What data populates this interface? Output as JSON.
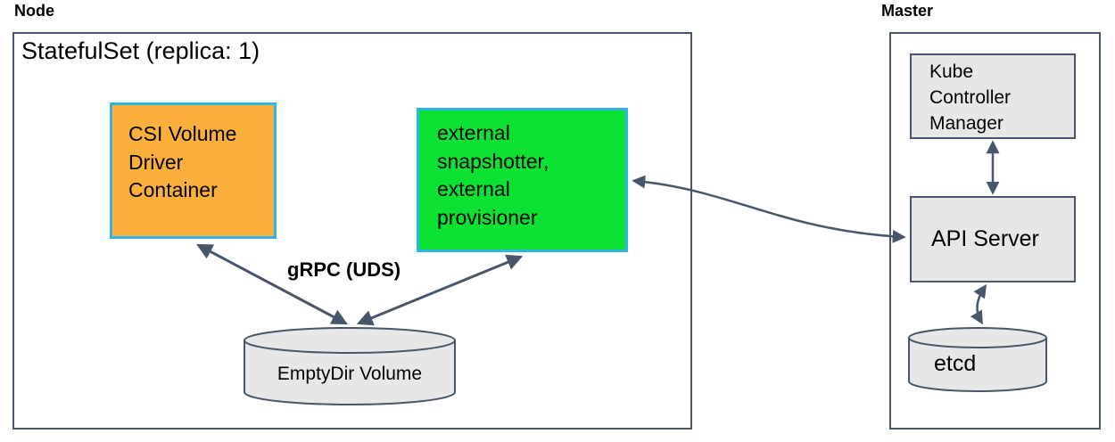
{
  "node": {
    "label": "Node",
    "statefulset_title": "StatefulSet (replica: 1)",
    "csi_container_label": "CSI Volume Driver Container",
    "sidecar_label": "external snapshotter, external provisioner",
    "grpc_label": "gRPC (UDS)",
    "emptydir_label": "EmptyDir Volume"
  },
  "master": {
    "label": "Master",
    "controller_manager_label": "Kube Controller Manager",
    "api_server_label": "API Server",
    "etcd_label": "etcd"
  },
  "colors": {
    "csi_fill": "#FBB03C",
    "sidecar_fill": "#0BE231",
    "container_border": "#2FB3E8",
    "component_fill": "#E8E7E7",
    "line": "#47566B",
    "text": "#000000",
    "background": "#FFFFFF"
  }
}
